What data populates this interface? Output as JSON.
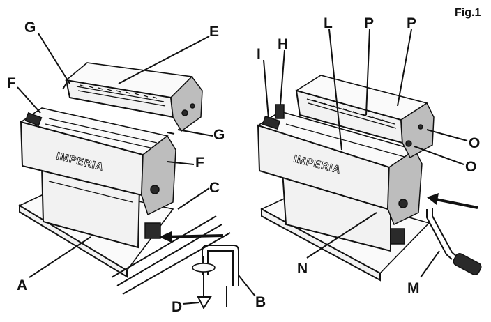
{
  "figure": {
    "title": "Fig.1",
    "brand_left": "IMPERIA",
    "brand_right": "IMPERIA"
  },
  "labels": {
    "A": "A",
    "B": "B",
    "C": "C",
    "D": "D",
    "E": "E",
    "F1": "F",
    "F2": "F",
    "G1": "G",
    "G2": "G",
    "H": "H",
    "I": "I",
    "L": "L",
    "M": "M",
    "N": "N",
    "O1": "O",
    "O2": "O",
    "P1": "P",
    "P2": "P"
  }
}
